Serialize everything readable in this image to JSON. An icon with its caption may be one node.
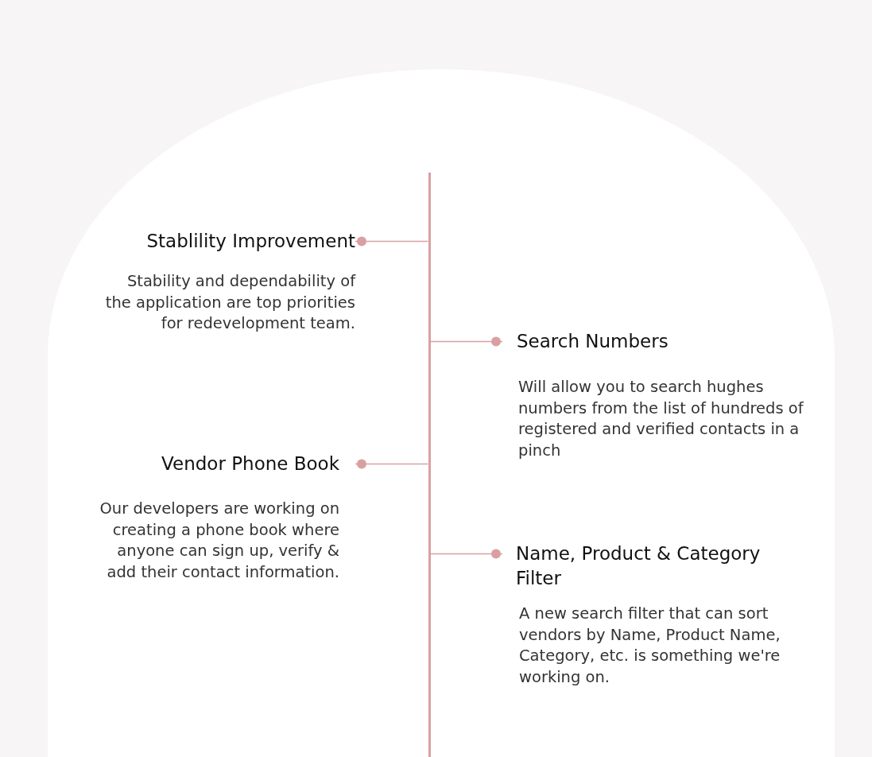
{
  "diagram": {
    "nodes": [
      {
        "text": [],
        "shape": "bar"
      },
      {
        "text": [
          "Stablility Improvement",
          "Stability and dependability of the application are top priorities for redevelopment team."
        ]
      },
      {
        "text": [
          "Search Numbers",
          "Will allow you to search hughes numbers from the list of hundreds of registered and verified contacts in a pinch"
        ]
      },
      {
        "text": [
          "Vendor Phone Book",
          "Our developers are working on creating a phone book where anyone can sign up, verify & add their contact information."
        ]
      },
      {
        "text": [
          "Name, Product & Category Filter",
          "A new search filter that can sort vendors by Name, Product Name, Category, etc. is something we're working on."
        ]
      }
    ],
    "edges": [
      {
        "from": 0,
        "to": 1,
        "arrow": "other"
      },
      {
        "from": 0,
        "to": 2,
        "arrow": "other"
      },
      {
        "from": 0,
        "to": 3,
        "arrow": "other"
      },
      {
        "from": 0,
        "to": 4,
        "arrow": "other"
      }
    ]
  }
}
